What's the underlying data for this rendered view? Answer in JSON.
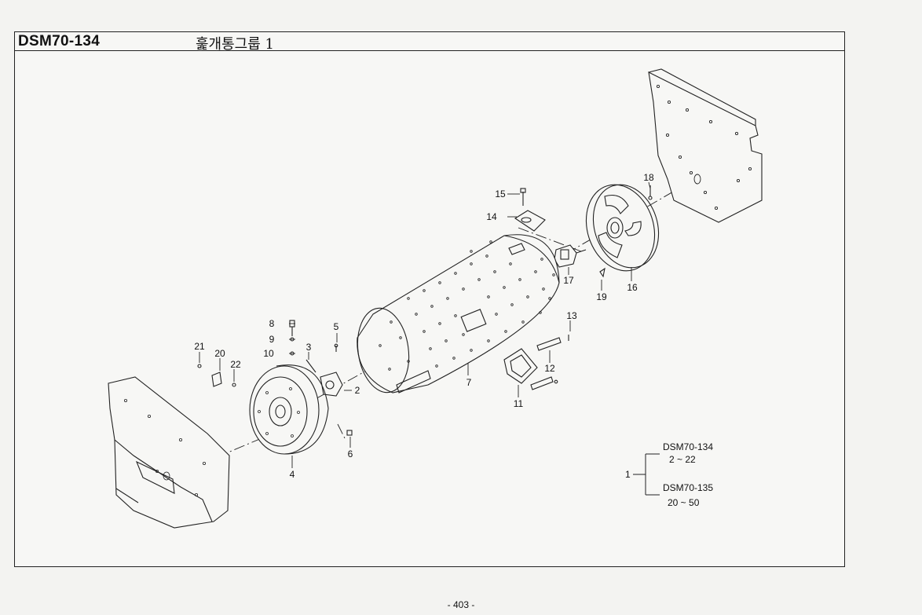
{
  "header": {
    "code": "DSM70-134",
    "title": "훑개통그룹 1"
  },
  "callouts": [
    "2",
    "3",
    "4",
    "5",
    "6",
    "7",
    "8",
    "9",
    "10",
    "11",
    "12",
    "13",
    "14",
    "15",
    "16",
    "17",
    "18",
    "19",
    "20",
    "21",
    "22"
  ],
  "legend": {
    "parent": "1",
    "groups": [
      {
        "code": "DSM70-134",
        "range": "2 ~ 22"
      },
      {
        "code": "DSM70-135",
        "range": "20 ~ 50"
      }
    ]
  },
  "footer": {
    "page_number": "- 403 -"
  }
}
